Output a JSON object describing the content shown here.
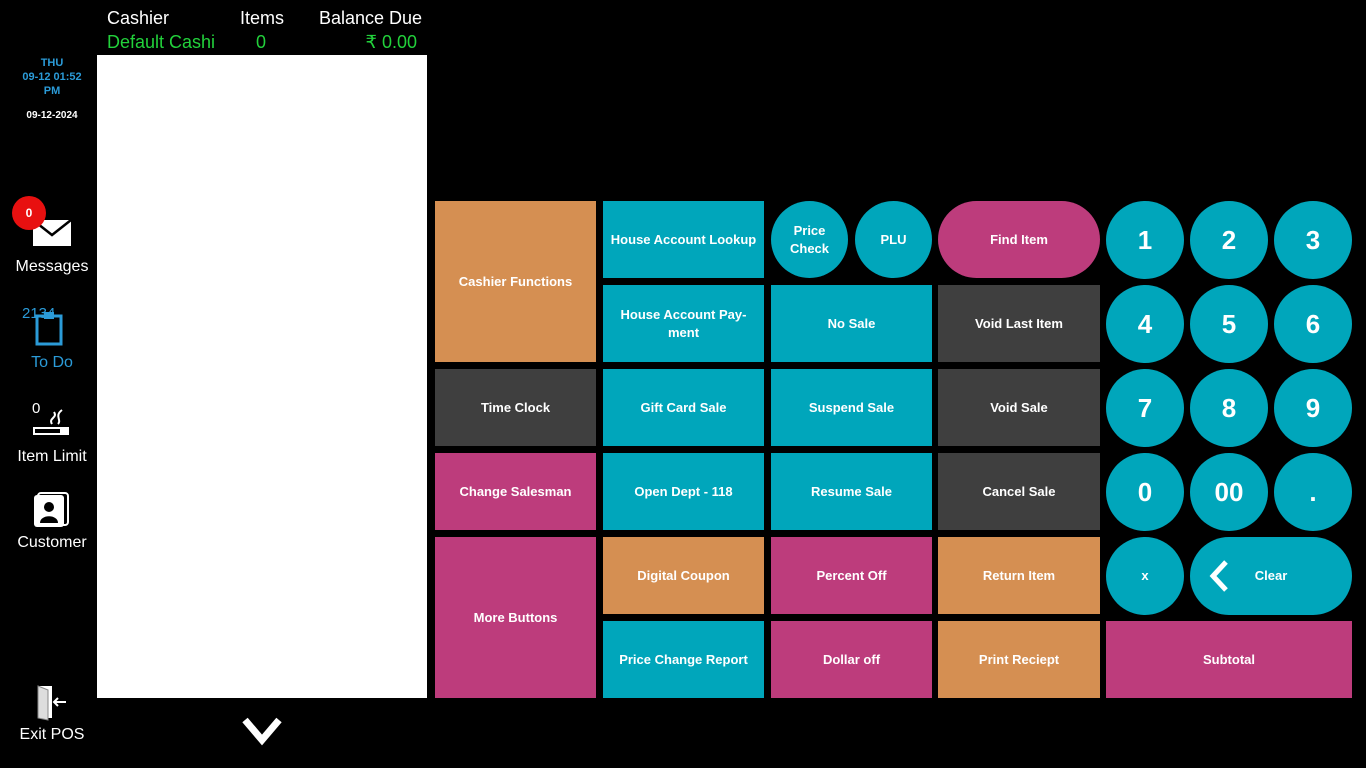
{
  "header": {
    "cashier_label": "Cashier",
    "items_label": "Items",
    "balance_label": "Balance Due",
    "cashier_value": "Default Cashi",
    "items_value": "0",
    "balance_value": "₹ 0.00"
  },
  "clock": {
    "day": "THU",
    "datetime": "09-12 01:52",
    "ampm": "PM",
    "date": "09-12-2024"
  },
  "sidebar": {
    "messages_count": "0",
    "messages_label": "Messages",
    "todo_count": "2134",
    "todo_label": "To Do",
    "item_limit_count": "0",
    "item_limit_label": "Item Limit",
    "customer_label": "Customer",
    "exit_label": "Exit POS"
  },
  "buttons": {
    "cashier_functions": "Cashier Functions",
    "house_account_lookup": "House Account Lookup",
    "price_check": "Price Check",
    "plu": "PLU",
    "find_item": "Find Item",
    "house_account_payment": "House Account Pay-ment",
    "no_sale": "No Sale",
    "void_last_item": "Void Last Item",
    "time_clock": "Time Clock",
    "gift_card_sale": "Gift Card Sale",
    "suspend_sale": "Suspend Sale",
    "void_sale": "Void Sale",
    "change_salesman": "Change Salesman",
    "open_dept": "Open Dept - 118",
    "resume_sale": "Resume Sale",
    "cancel_sale": "Cancel Sale",
    "more_buttons": "More Buttons",
    "digital_coupon": "Digital Coupon",
    "percent_off": "Percent Off",
    "return_item": "Return Item",
    "price_change_report": "Price Change Report",
    "dollar_off": "Dollar off",
    "print_receipt": "Print Reciept",
    "subtotal": "Subtotal",
    "clear": "Clear",
    "multiply": "x"
  },
  "numpad": {
    "k1": "1",
    "k2": "2",
    "k3": "3",
    "k4": "4",
    "k5": "5",
    "k6": "6",
    "k7": "7",
    "k8": "8",
    "k9": "9",
    "k0": "0",
    "k00": "00",
    "kdot": "."
  },
  "colors": {
    "orange": "#d58f52",
    "teal": "#00a6bb",
    "pink": "#bd3c7c",
    "grey": "#3f3f3f",
    "green_text": "#22d13b",
    "blue_text": "#2b9bd8"
  }
}
